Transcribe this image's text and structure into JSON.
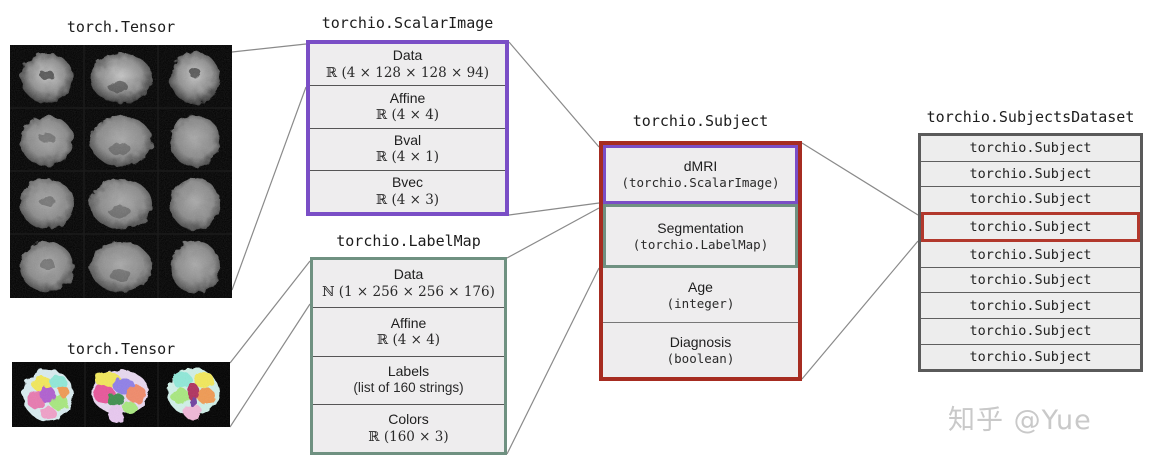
{
  "tensor_top": {
    "title": "torch.Tensor"
  },
  "tensor_bottom": {
    "title": "torch.Tensor"
  },
  "scalar_image": {
    "title": "torchio.ScalarImage",
    "border_color": "#7a4ec6",
    "cells": [
      {
        "label": "Data",
        "detail": "ℝ (4 × 128 × 128 × 94)",
        "detail_kind": "math"
      },
      {
        "label": "Affine",
        "detail": "ℝ (4 × 4)",
        "detail_kind": "math"
      },
      {
        "label": "Bval",
        "detail": "ℝ (4 × 1)",
        "detail_kind": "math"
      },
      {
        "label": "Bvec",
        "detail": "ℝ (4 × 3)",
        "detail_kind": "math"
      }
    ]
  },
  "label_map": {
    "title": "torchio.LabelMap",
    "border_color": "#6f9181",
    "cells": [
      {
        "label": "Data",
        "detail": "ℕ (1 × 256 × 256 × 176)",
        "detail_kind": "math"
      },
      {
        "label": "Affine",
        "detail": "ℝ (4 × 4)",
        "detail_kind": "math"
      },
      {
        "label": "Labels",
        "detail": "(list of 160 strings)",
        "detail_kind": "plain"
      },
      {
        "label": "Colors",
        "detail": "ℝ (160 × 3)",
        "detail_kind": "math"
      }
    ]
  },
  "subject": {
    "title": "torchio.Subject",
    "border_color": "#a62c21",
    "cells": [
      {
        "label": "dMRI",
        "detail": "(torchio.ScalarImage)",
        "accent": "#7a4ec6"
      },
      {
        "label": "Segmentation",
        "detail": "(torchio.LabelMap)",
        "accent": "#6f9181"
      },
      {
        "label": "Age",
        "detail": "(integer)",
        "accent": null
      },
      {
        "label": "Diagnosis",
        "detail": "(boolean)",
        "accent": null
      }
    ]
  },
  "subjects_dataset": {
    "title": "torchio.SubjectsDataset",
    "border_color": "#5a5a5a",
    "highlight_color": "#b2382c",
    "highlighted_index": 3,
    "rows": [
      "torchio.Subject",
      "torchio.Subject",
      "torchio.Subject",
      "torchio.Subject",
      "torchio.Subject",
      "torchio.Subject",
      "torchio.Subject",
      "torchio.Subject",
      "torchio.Subject"
    ]
  },
  "watermark": "知乎 @Yue",
  "colors": {
    "cell_fill": "#eeedee",
    "connector_line": "#8a8a8a",
    "image_background": "#000000"
  }
}
